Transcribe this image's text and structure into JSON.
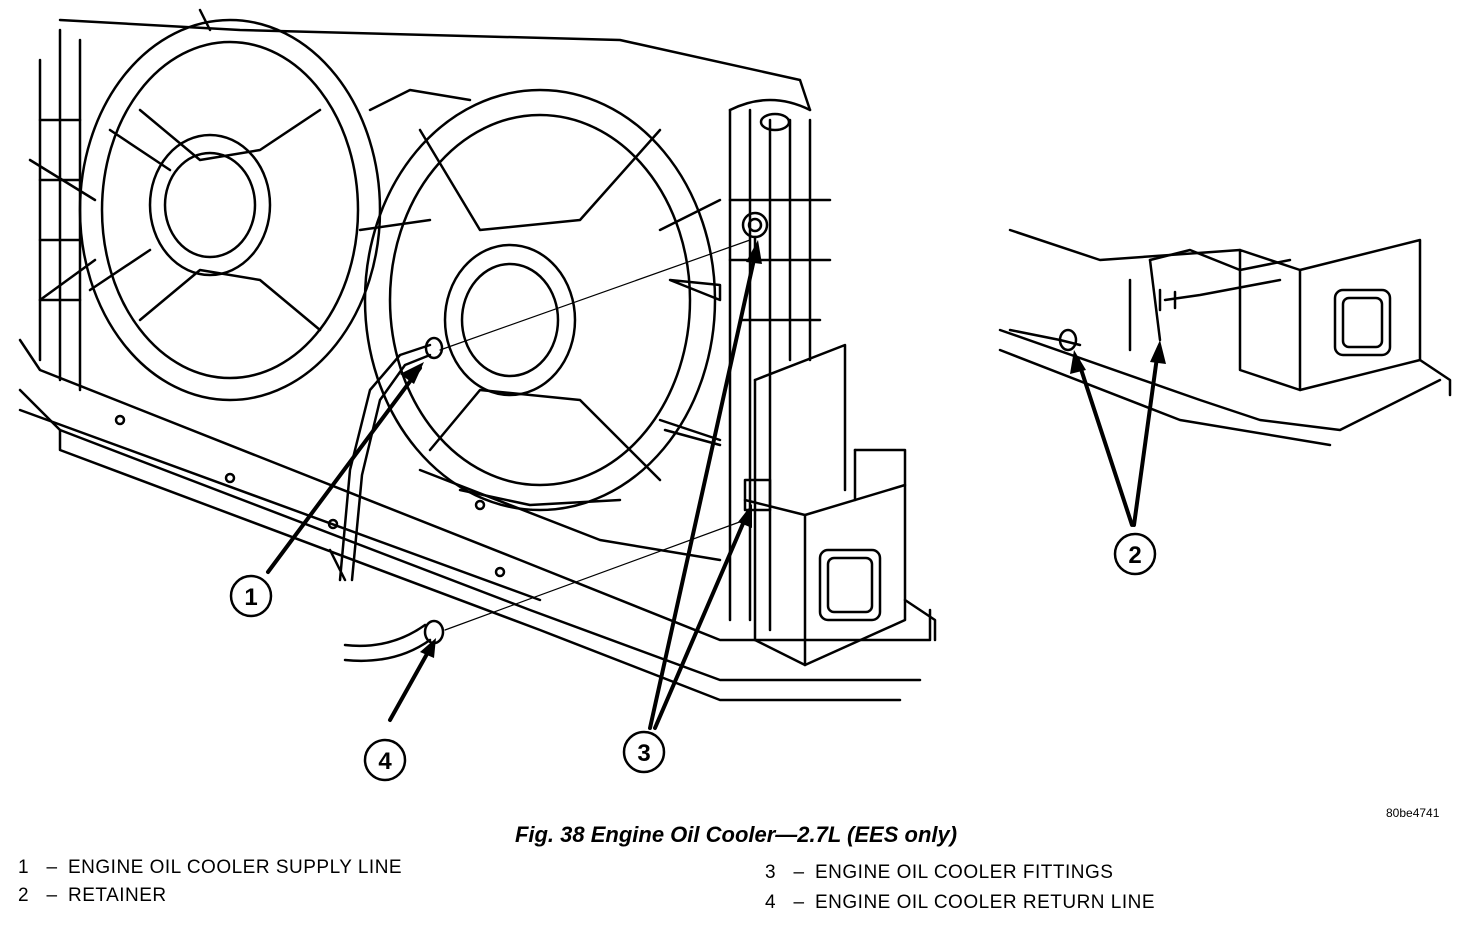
{
  "figure": {
    "image_id": "80be4741",
    "caption": "Fig. 38 Engine Oil Cooler—2.7L (EES only)",
    "callouts": [
      "1",
      "2",
      "3",
      "4"
    ]
  },
  "legend": [
    {
      "num": "1",
      "sep": "–",
      "label": "ENGINE OIL COOLER SUPPLY LINE"
    },
    {
      "num": "2",
      "sep": "–",
      "label": "RETAINER"
    },
    {
      "num": "3",
      "sep": "–",
      "label": "ENGINE OIL COOLER FITTINGS"
    },
    {
      "num": "4",
      "sep": "–",
      "label": "ENGINE OIL COOLER RETURN LINE"
    }
  ]
}
